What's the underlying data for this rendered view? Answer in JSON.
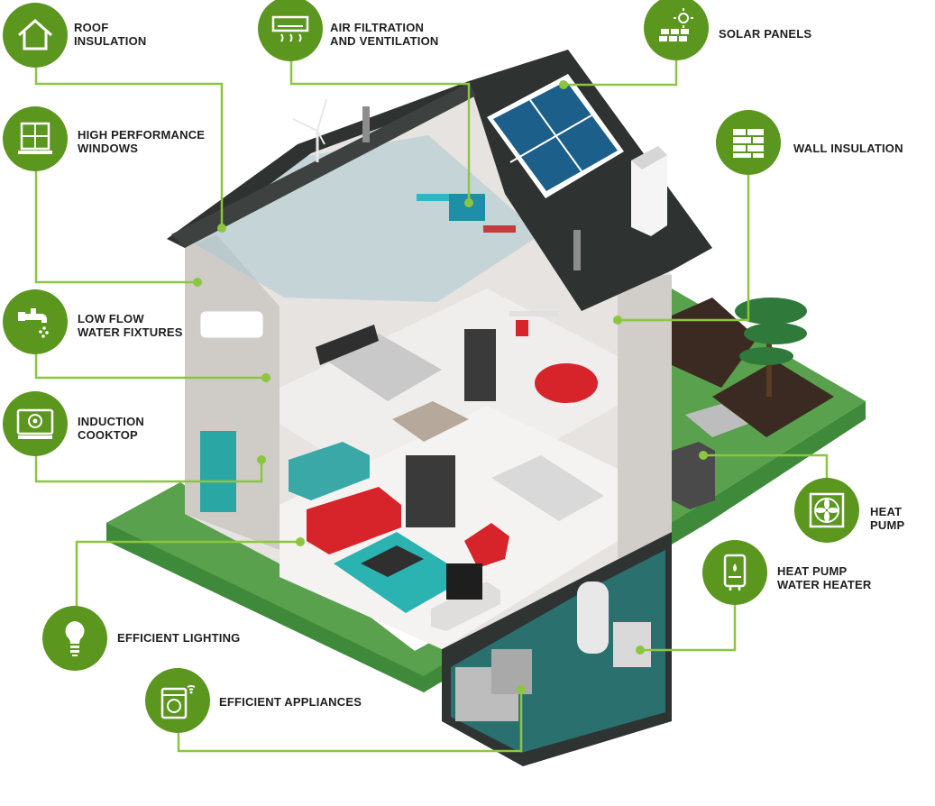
{
  "colors": {
    "accent_green": "#5b961f",
    "line_green": "#8cc63f",
    "roof": "#2e3230",
    "lawn": "#59a14d",
    "wall": "#d9d7d5",
    "sofa": "#d7232a",
    "teal": "#2bb3b1"
  },
  "features": [
    {
      "id": "roof-insulation",
      "label": "ROOF\nINSULATION",
      "icon": "house-icon"
    },
    {
      "id": "air-filtration",
      "label": "AIR FILTRATION\nAND VENTILATION",
      "icon": "air-conditioner-icon"
    },
    {
      "id": "solar-panels",
      "label": "SOLAR PANELS",
      "icon": "solar-panel-icon"
    },
    {
      "id": "wall-insulation",
      "label": "WALL INSULATION",
      "icon": "brick-wall-icon"
    },
    {
      "id": "windows",
      "label": "HIGH PERFORMANCE\nWINDOWS",
      "icon": "window-icon"
    },
    {
      "id": "water-fixtures",
      "label": "LOW FLOW\nWATER FIXTURES",
      "icon": "faucet-icon"
    },
    {
      "id": "induction-cooktop",
      "label": "INDUCTION\nCOOKTOP",
      "icon": "cooktop-icon"
    },
    {
      "id": "heat-pump",
      "label": "HEAT PUMP",
      "icon": "fan-icon"
    },
    {
      "id": "heat-pump-water-heater",
      "label": "HEAT PUMP\nWATER HEATER",
      "icon": "water-heater-icon"
    },
    {
      "id": "efficient-lighting",
      "label": "EFFICIENT LIGHTING",
      "icon": "light-bulb-icon"
    },
    {
      "id": "efficient-appliances",
      "label": "EFFICIENT APPLIANCES",
      "icon": "washing-machine-icon"
    }
  ]
}
